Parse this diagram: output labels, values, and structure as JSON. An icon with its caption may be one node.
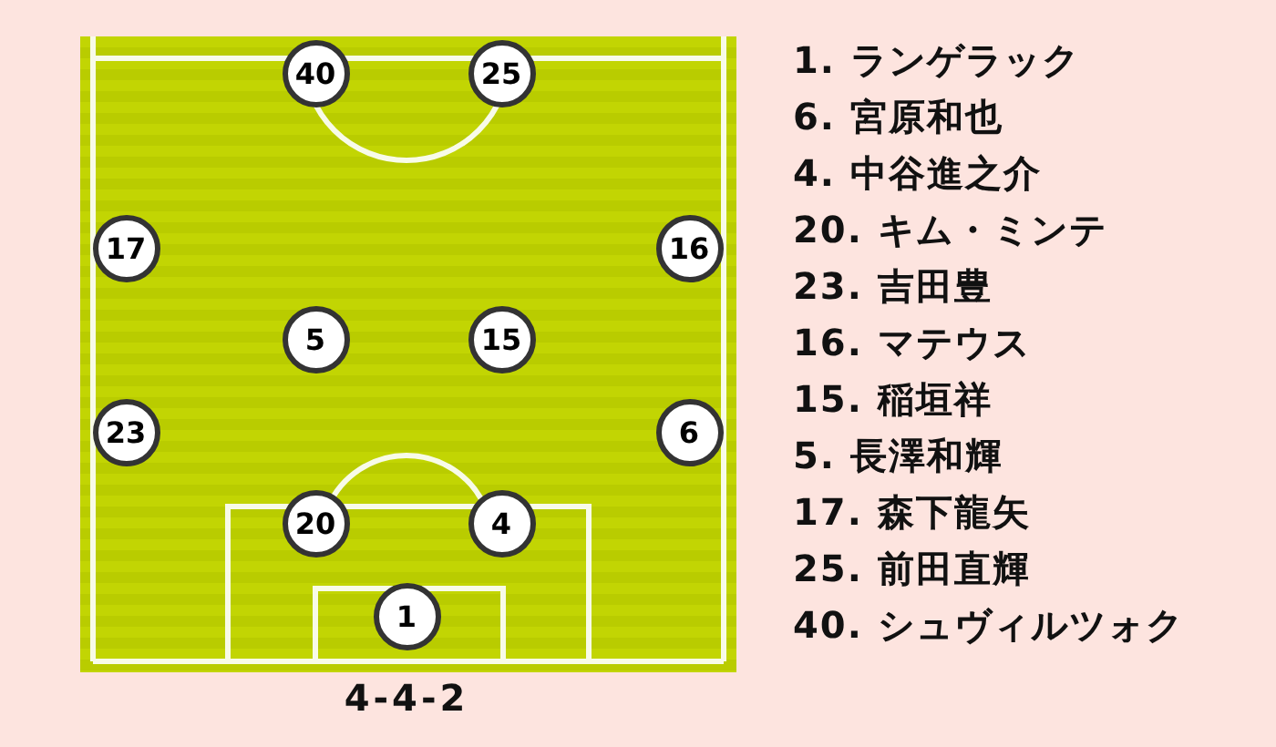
{
  "diagram": {
    "caption": "4-4-2",
    "nodes": [
      {
        "text": [
          "40"
        ]
      },
      {
        "text": [
          "25"
        ]
      },
      {
        "text": [
          "17"
        ]
      },
      {
        "text": [
          "16"
        ]
      },
      {
        "text": [
          "5"
        ]
      },
      {
        "text": [
          "15"
        ]
      },
      {
        "text": [
          "23"
        ]
      },
      {
        "text": [
          "6"
        ]
      },
      {
        "text": [
          "20"
        ]
      },
      {
        "text": [
          "4"
        ]
      },
      {
        "text": [
          "1"
        ]
      }
    ],
    "labels": [
      "1. ランゲラック",
      "6. 宮原和也",
      "4. 中谷進之介",
      "20. キム・ミンテ",
      "23. 吉田豊",
      "16. マテウス",
      "15. 稲垣祥",
      "5. 長澤和輝",
      "17. 森下龍矢",
      "25. 前田直輝",
      "40. シュヴィルツォク"
    ]
  }
}
